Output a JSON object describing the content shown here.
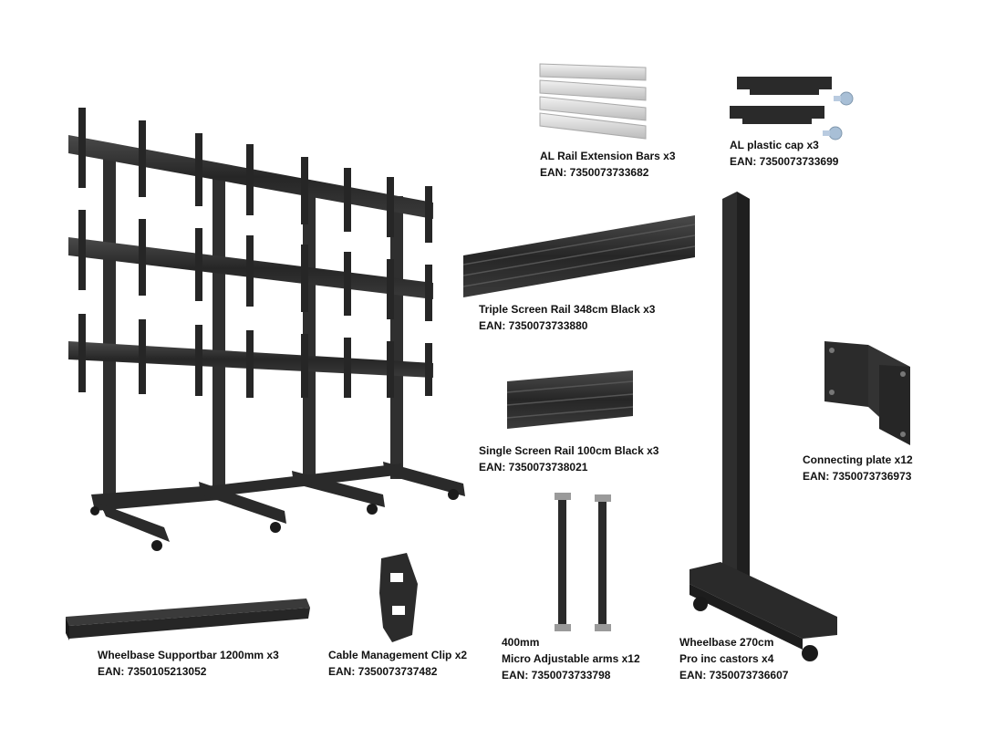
{
  "colors": {
    "metal": "#2b2b2b",
    "metal_dark": "#1a1a1a",
    "metal_light": "#3c3c3c",
    "aluminium": "#d9d9d9",
    "screw": "#9fb7cf",
    "text": "#111111"
  },
  "parts": {
    "al_rail": {
      "name": "AL Rail Extension Bars x3",
      "ean": "EAN: 7350073733682",
      "icon": "al-rail-icon"
    },
    "al_cap": {
      "name": "AL plastic cap x3",
      "ean": "EAN: 7350073733699",
      "icon": "plastic-cap-icon"
    },
    "triple_rail": {
      "name": "Triple Screen Rail 348cm Black x3",
      "ean": "EAN: 7350073733880",
      "icon": "triple-rail-icon"
    },
    "single_rail": {
      "name": "Single Screen Rail 100cm Black x3",
      "ean": "EAN: 7350073738021",
      "icon": "single-rail-icon"
    },
    "connecting_plate": {
      "name": "Connecting plate x12",
      "ean": "EAN: 7350073736973",
      "icon": "connecting-plate-icon"
    },
    "supportbar": {
      "name": "Wheelbase Supportbar 1200mm x3",
      "ean": "EAN: 7350105213052",
      "icon": "supportbar-icon"
    },
    "cable_clip": {
      "name": "Cable Management Clip x2",
      "ean": "EAN: 7350073737482",
      "icon": "cable-clip-icon"
    },
    "micro_arms": {
      "size": "400mm",
      "name": "Micro Adjustable arms x12",
      "ean": "EAN: 7350073733798",
      "icon": "micro-arm-icon"
    },
    "wheelbase": {
      "name": "Wheelbase 270cm",
      "name2": "Pro inc castors x4",
      "ean": "EAN: 7350073736607",
      "icon": "wheelbase-icon"
    }
  }
}
